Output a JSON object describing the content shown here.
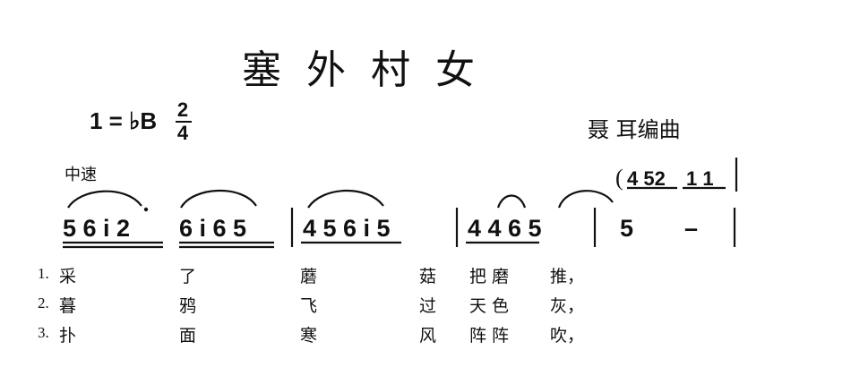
{
  "title": "塞外村女",
  "key_signature": {
    "text": "1 = ♭B",
    "numerator": "2",
    "denominator": "4"
  },
  "composer": "聂  耳编曲",
  "tempo": "中速",
  "intro": {
    "open": "(",
    "group1": "4 52",
    "group2": "1 1"
  },
  "measures": [
    {
      "notes": "5 6 i 2"
    },
    {
      "notes": "6 i 6 5"
    },
    {
      "notes": "4 5 6 i   5"
    },
    {
      "notes": "4 4 6   5"
    },
    {
      "notes": "5"
    },
    {
      "notes": "–"
    }
  ],
  "lyrics": [
    {
      "number": "1.",
      "words": [
        "采",
        "了",
        "蘑",
        "菇",
        "把磨",
        "推，"
      ]
    },
    {
      "number": "2.",
      "words": [
        "暮",
        "鸦",
        "飞",
        "过",
        "天色",
        "灰，"
      ]
    },
    {
      "number": "3.",
      "words": [
        "扑",
        "面",
        "寒",
        "风",
        "阵阵",
        "吹，"
      ]
    }
  ]
}
